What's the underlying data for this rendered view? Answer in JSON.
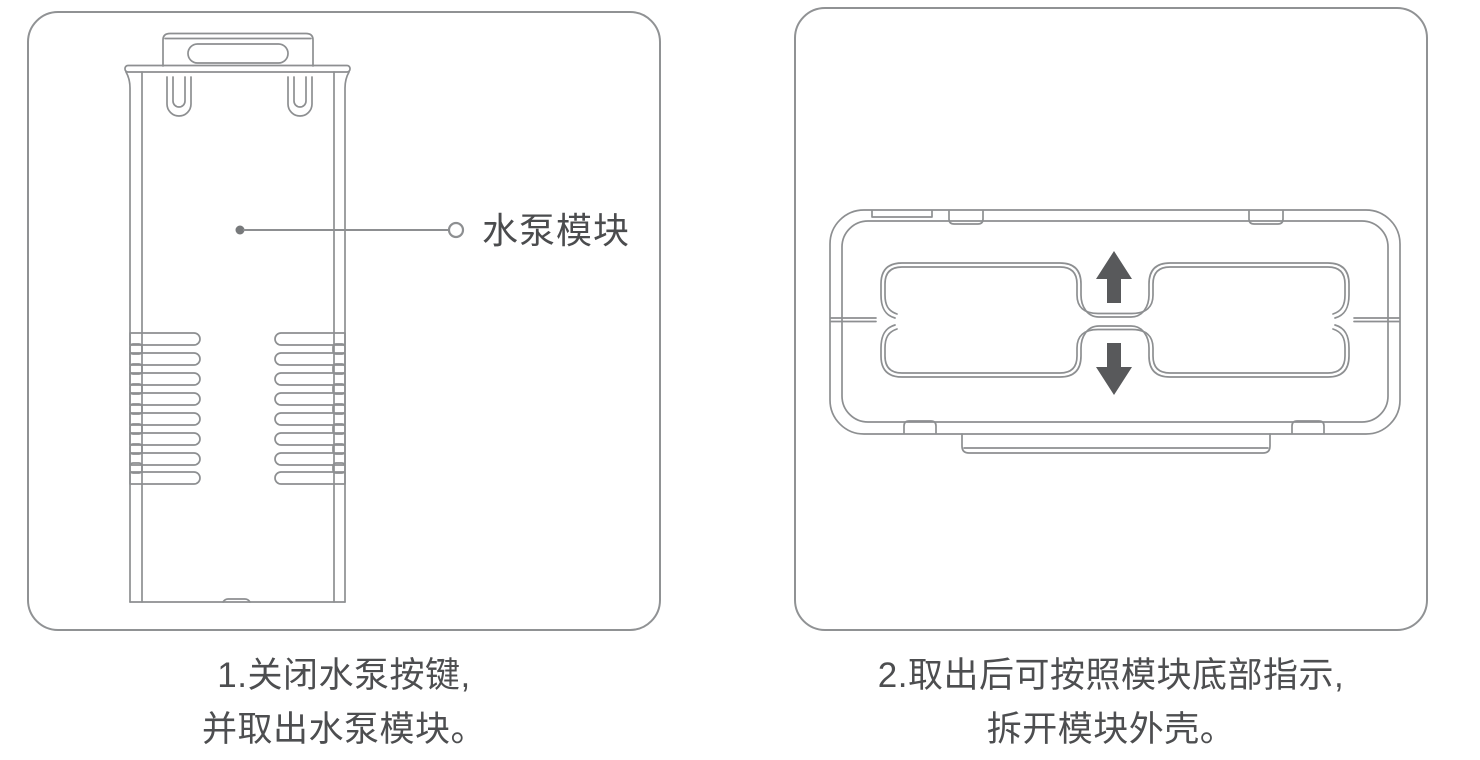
{
  "page": {
    "background": "#ffffff",
    "line_color": "#8d8f91",
    "panel_border_color": "#909294",
    "text_color": "#4d4e50",
    "arrow_color": "#58595b"
  },
  "steps": [
    {
      "id": 1,
      "panel": "pump-module-front-view",
      "callout": "水泵模块",
      "caption_line1": "1.关闭水泵按键,",
      "caption_line2": "并取出水泵模块。"
    },
    {
      "id": 2,
      "panel": "module-bottom-view",
      "caption_line1": "2.取出后可按照模块底部指示,",
      "caption_line2": "拆开模块外壳。"
    }
  ]
}
